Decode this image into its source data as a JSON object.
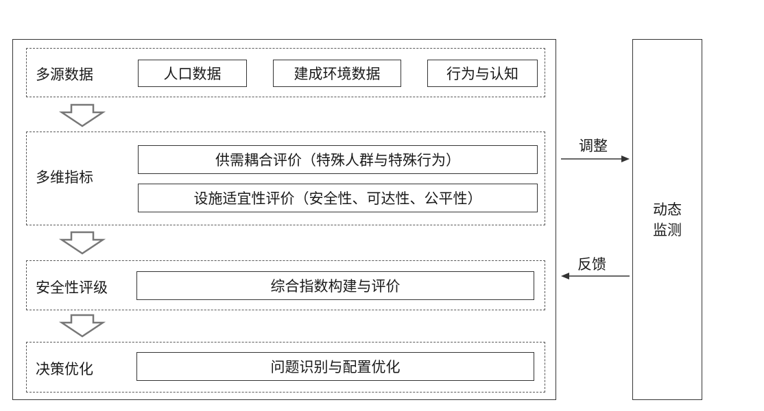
{
  "rows": {
    "data_source": {
      "label": "多源数据",
      "items": [
        "人口数据",
        "建成环境数据",
        "行为与认知"
      ]
    },
    "indicators": {
      "label": "多维指标",
      "items": [
        "供需耦合评价（特殊人群与特殊行为）",
        "设施适宜性评价（安全性、可达性、公平性）"
      ]
    },
    "safety_rating": {
      "label": "安全性评级",
      "items": [
        "综合指数构建与评价"
      ]
    },
    "decision": {
      "label": "决策优化",
      "items": [
        "问题识别与配置优化"
      ]
    }
  },
  "side": {
    "monitor_line1": "动态",
    "monitor_line2": "监测",
    "adjust_label": "调整",
    "feedback_label": "反馈"
  },
  "colors": {
    "stroke": "#333333",
    "dash": "#555555",
    "flow_arrow": "#777777"
  }
}
